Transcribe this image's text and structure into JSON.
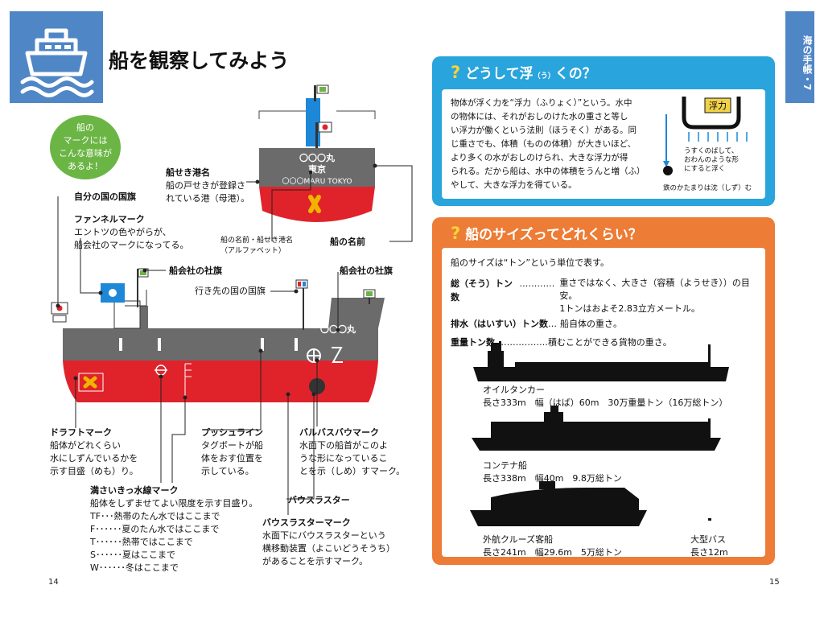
{
  "left_page": {
    "title": "船を観察してみよう",
    "bubble": "船の\nマークには\nこんな意味が\nあるよ！",
    "page_number": "14"
  },
  "right_page": {
    "side_tab": "海の手帳・7",
    "page_number": "15"
  },
  "labels": {
    "jikoku": "自分の国の国旗",
    "funnel_title": "ファンネルマーク",
    "funnel_body": "エントツの色やがらが、\n船会社のマークになってる。",
    "senseki_title": "船せき港名",
    "senseki_body": "船の戸せきが登録さ\nれている港（母港）。",
    "shipname_alpha": "船の名前・船せき港名\n（アルファベット）",
    "shipname": "船の名前",
    "company_flag_1": "船会社の社旗",
    "company_flag_2": "船会社の社旗",
    "destination_flag": "行き先の国の国旗",
    "draft_title": "ドラフトマーク",
    "draft_body": "船体がどれくらい\n水にしずんでいるかを\n示す目盛（めも）り。",
    "push_title": "プッシュライン",
    "push_body": "タグボートが船\n体をおす位置を\n示している。",
    "bulbous_title": "バルバスバウマーク",
    "bulbous_body": "水面下の船首がこのよ\nうな形になっているこ\nとを示（しめ）すマーク。",
    "loadline_title": "満さいきっ水線マーク",
    "loadline_body": "船体をしずませてよい限度を示す目盛り。\nTF･･･熱帯のたん水ではここまで\nF･･････夏のたん水ではここまで\nT･･････熱帯ではここまで\nS･･････夏はここまで\nW･･････冬はここまで",
    "thruster": "バウスラスター",
    "thruster_mark_title": "バウスラスターマーク",
    "thruster_mark_body": "水面下にバウスラスターという\n横移動装置（よこいどうそうち）\nがあることを示すマーク。"
  },
  "ship_text": {
    "stern_name": "〇〇〇丸",
    "stern_port": "東京",
    "stern_alpha": "〇〇〇MARU TOKYO",
    "bow_name": "〇〇〇丸"
  },
  "float_box": {
    "heading": "どうして浮",
    "ruby": "（う）",
    "heading_end": "くの？",
    "body": "物体が浮く力を“浮力（ふりょく）”という。水中\nの物体には、それがおしのけた水の重さと等し\nい浮力が働くという法則（ほうそく）がある。同\nじ重さでも、体積（ものの体積）が大きいほど、\nより多くの水がおしのけられ、大きな浮力が得\nられる。だから船は、水中の体積をうんと増（ふ）\nやして、大きな浮力を得ている。",
    "diagram_label": "浮力",
    "diagram_note": "うすくのばして、\nおわんのような形\nにすると浮く",
    "diagram_sink": "鉄のかたまりは沈（しず）む"
  },
  "size_box": {
    "heading": "船のサイズってどれくらい？",
    "intro": "船のサイズは“トン”という単位で表す。",
    "defs": [
      {
        "term": "総（そう）トン数",
        "dots": "…………",
        "desc": "重さではなく、大きさ（容積（ようせき））の目安。\n1トンはおよそ2.83立方メートル。"
      },
      {
        "term": "排水（はいすい）トン数",
        "dots": "…",
        "desc": "船自体の重さ。"
      },
      {
        "term": "重量トン数",
        "dots": "………………",
        "desc": "積むことができる貨物の重さ。"
      }
    ],
    "ships": [
      {
        "name": "オイルタンカー",
        "spec": "長さ333m　幅（はば）60m　30万重量トン（16万総トン）"
      },
      {
        "name": "コンテナ船",
        "spec": "長さ338m　幅40m　9.8万総トン"
      },
      {
        "name": "外航クルーズ客船",
        "spec": "長さ241m　幅29.6m　5万総トン"
      },
      {
        "name": "大型バス",
        "spec": "長さ12m"
      }
    ]
  },
  "colors": {
    "blue": "#29a4dd",
    "orange": "#ec7c36",
    "hull_gray": "#6b6b6b",
    "hull_red": "#e0232b",
    "green": "#6bb545",
    "header_blue": "#4f86c6"
  }
}
